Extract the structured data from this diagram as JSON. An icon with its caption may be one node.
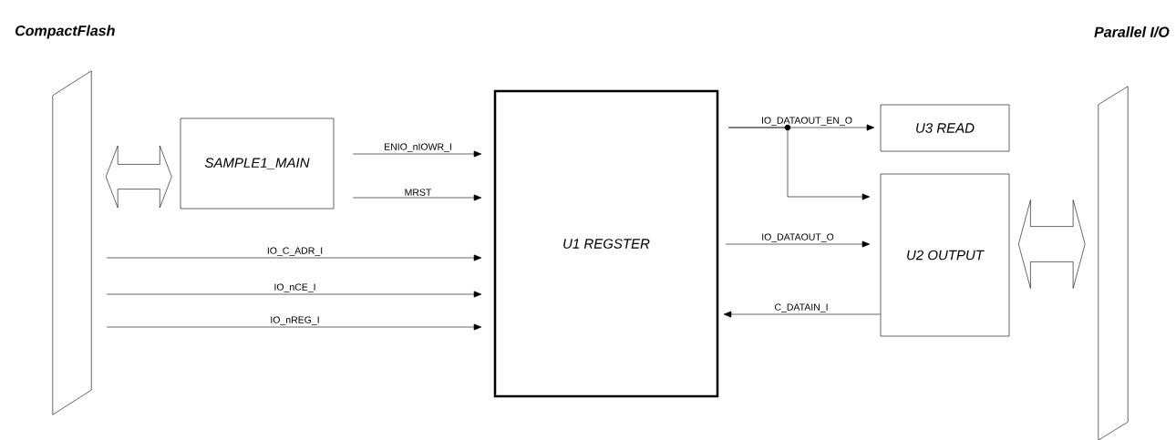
{
  "diagram": {
    "nodes": [
      {
        "text": [],
        "shape": "parallelogram"
      },
      {
        "text": [
          "SAMPLE1_MAIN"
        ]
      },
      {
        "text": [
          "U1  REGSTER"
        ]
      },
      {
        "text": [
          "U3 READ"
        ]
      },
      {
        "text": [
          "U2  OUTPUT"
        ]
      },
      {
        "text": [],
        "shape": "parallelogram"
      }
    ],
    "edges": [
      {
        "from": 0,
        "to": 1,
        "arrow": "both",
        "style": "thick"
      },
      {
        "from": 1,
        "to": 2,
        "arrow": "to",
        "label": "ENIO_nIOWR_I"
      },
      {
        "from": 1,
        "to": 2,
        "arrow": "to",
        "label": "MRST"
      },
      {
        "from": 0,
        "to": 2,
        "arrow": "to",
        "label": "IO_C_ADR_I"
      },
      {
        "from": 0,
        "to": 2,
        "arrow": "to",
        "label": "IO_nCE_I"
      },
      {
        "from": 0,
        "to": 2,
        "arrow": "to",
        "label": "IO_nREG_I"
      },
      {
        "from": 2,
        "to": 3,
        "arrow": "to",
        "label": "IO_DATAOUT_EN_O"
      },
      {
        "from": 2,
        "to": 4,
        "arrow": "to"
      },
      {
        "from": 2,
        "to": 4,
        "arrow": "to",
        "label": "IO_DATAOUT_O"
      },
      {
        "from": 4,
        "to": 2,
        "arrow": "to",
        "label": "C_DATAIN_I"
      },
      {
        "from": 4,
        "to": 5,
        "arrow": "both",
        "style": "thick"
      }
    ],
    "labels": [
      "CompactFlash",
      "Parallel I/O"
    ]
  }
}
